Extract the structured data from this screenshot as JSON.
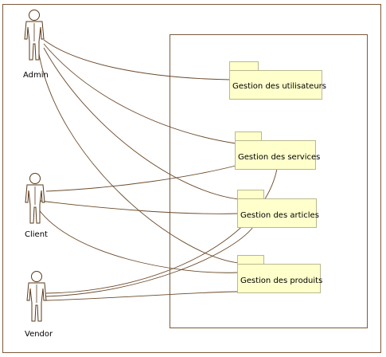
{
  "actors": [
    {
      "id": "admin",
      "label": "Admin"
    },
    {
      "id": "client",
      "label": "Client"
    },
    {
      "id": "vendor",
      "label": "Vendor"
    }
  ],
  "packages": [
    {
      "id": "utilisateurs",
      "label": "Gestion des utilisateurs"
    },
    {
      "id": "services",
      "label": "Gestion des services"
    },
    {
      "id": "articles",
      "label": "Gestion des articles"
    },
    {
      "id": "produits",
      "label": "Gestion des produits"
    }
  ],
  "associations": [
    {
      "from": "admin",
      "to": "utilisateurs"
    },
    {
      "from": "admin",
      "to": "services"
    },
    {
      "from": "admin",
      "to": "articles"
    },
    {
      "from": "admin",
      "to": "produits"
    },
    {
      "from": "client",
      "to": "services"
    },
    {
      "from": "client",
      "to": "articles"
    },
    {
      "from": "client",
      "to": "produits"
    },
    {
      "from": "vendor",
      "to": "services"
    },
    {
      "from": "vendor",
      "to": "articles"
    },
    {
      "from": "vendor",
      "to": "produits"
    }
  ],
  "colors": {
    "package_fill": "#ffffcc",
    "package_border": "#b8b890",
    "line": "#6b4a2a",
    "frame": "#7a5a3a"
  }
}
